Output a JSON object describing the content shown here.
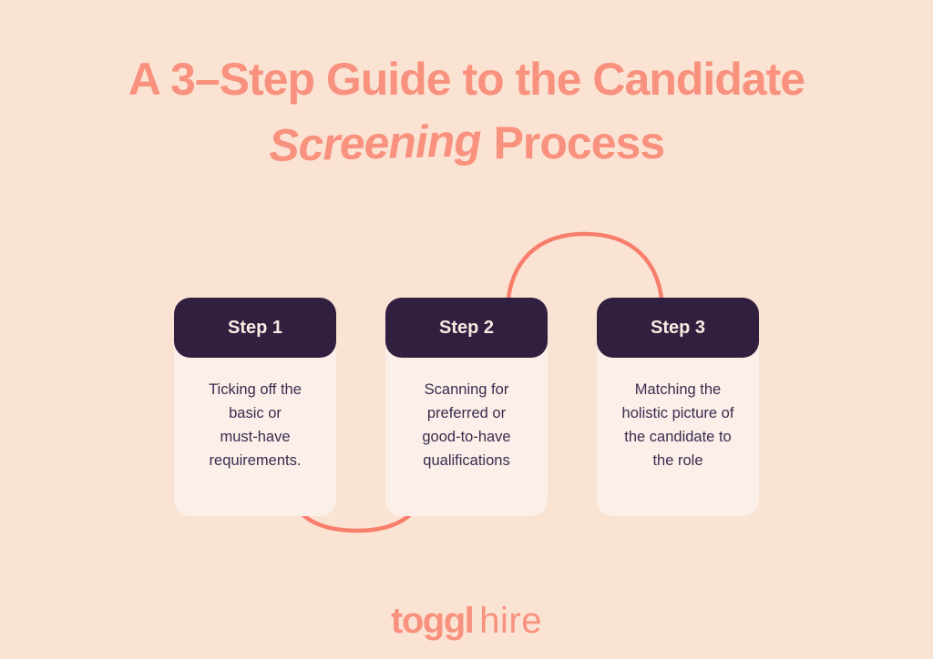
{
  "title": {
    "line1": "A 3–Step Guide to the Candidate",
    "line2_italic": "Screening",
    "line2_rest": "Process"
  },
  "steps": [
    {
      "label": "Step 1",
      "lines": [
        "Ticking off the",
        "basic or",
        "must-have",
        "requirements."
      ]
    },
    {
      "label": "Step 2",
      "lines": [
        "Scanning for",
        "preferred or",
        "good-to-have",
        "qualifications"
      ]
    },
    {
      "label": "Step 3",
      "lines": [
        "Matching the",
        "holistic picture of",
        "the candidate to",
        "the role"
      ]
    }
  ],
  "logo": {
    "bold": "toggl",
    "light": "hire"
  },
  "colors": {
    "background": "#FBE3D4",
    "title": "#F8917E",
    "connector": "#F87E6C",
    "card_header_bg": "#311F3F",
    "card_header_text": "#F7EBE2",
    "card_body_bg": "#FAF0E9",
    "card_body_text": "#3D2A4E",
    "logo": "#F8917E"
  }
}
